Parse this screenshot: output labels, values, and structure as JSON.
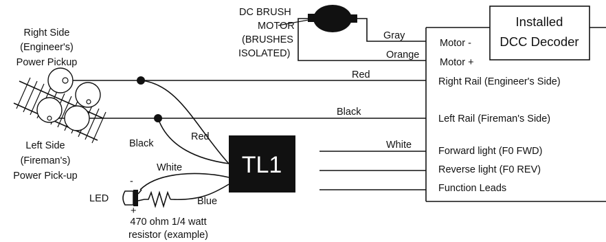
{
  "decoder": {
    "title_line1": "Installed",
    "title_line2": "DCC Decoder",
    "motor_minus": "Motor -",
    "motor_plus": "Motor +",
    "right_rail": "Right Rail (Engineer's Side)",
    "left_rail": "Left Rail (Fireman's Side)",
    "forward_light": "Forward light (F0 FWD)",
    "reverse_light": "Reverse light (F0 REV)",
    "function_leads": "Function Leads"
  },
  "motor": {
    "line1": "DC BRUSH",
    "line2": "MOTOR",
    "line3": "(BRUSHES",
    "line4": "ISOLATED)",
    "gray_wire": "Gray",
    "orange_wire": "Orange"
  },
  "pickups": {
    "right_line1": "Right Side",
    "right_line2": "(Engineer's)",
    "right_line3": "Power Pickup",
    "left_line1": "Left Side",
    "left_line2": "(Fireman's)",
    "left_line3": "Power Pick-up"
  },
  "wires": {
    "red_rail": "Red",
    "black_rail": "Black",
    "white_forward": "White",
    "black_tl1": "Black",
    "red_tl1": "Red",
    "white_tl1": "White",
    "blue_tl1": "Blue"
  },
  "tl1": {
    "label": "TL1"
  },
  "led": {
    "label": "LED",
    "minus": "-",
    "plus": "+",
    "resistor_line1": "470 ohm 1/4 watt",
    "resistor_line2": "resistor (example)"
  }
}
